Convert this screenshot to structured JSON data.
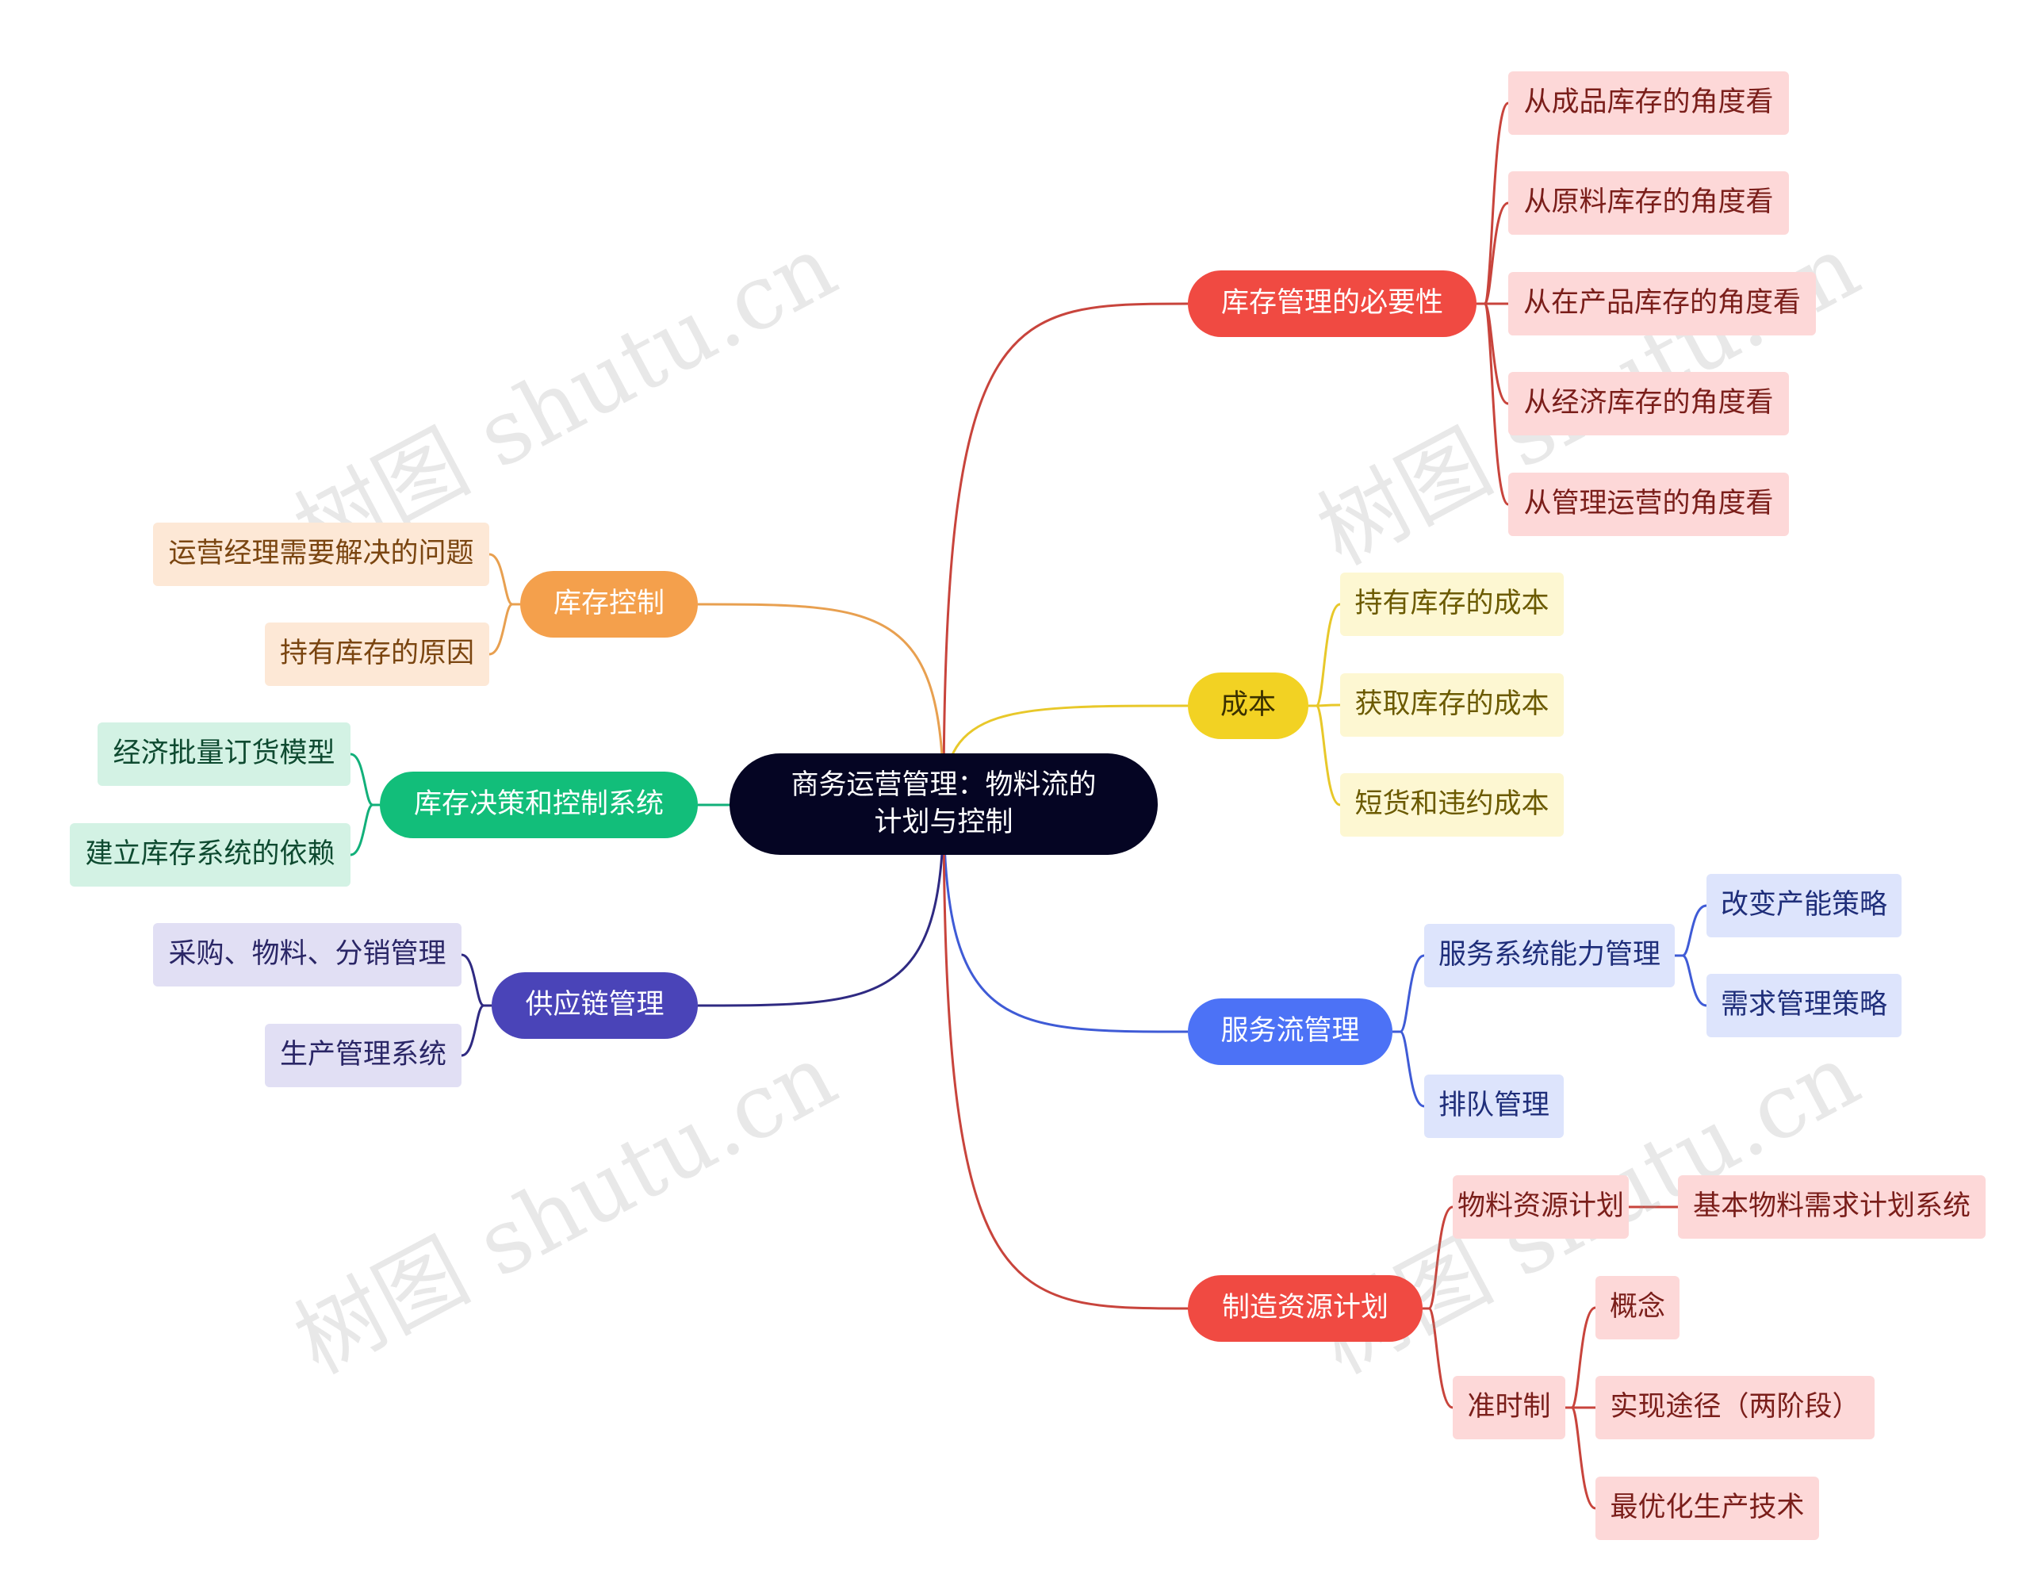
{
  "watermark": "树图 shutu.cn",
  "root": {
    "line1": "商务运营管理：物料流的",
    "line2": "计划与控制"
  },
  "colors": {
    "red": "#f04a42",
    "red_leaf": "#fdd8d8",
    "red_line": "#c8443c",
    "red_text": "#7a1e1a",
    "yellow": "#f2d223",
    "yellow_leaf": "#fdf7d2",
    "yellow_line": "#e8c82a",
    "yellow_text": "#6b5a00",
    "blue": "#4c72f6",
    "blue_leaf": "#dde4fc",
    "blue_line": "#3f5bd6",
    "blue_text": "#1f2e7a",
    "orange": "#f4a04c",
    "orange_leaf": "#fde8d6",
    "orange_line": "#e8a050",
    "orange_text": "#7a4510",
    "green": "#12be7a",
    "green_leaf": "#d3f2e4",
    "green_line": "#12b07a",
    "green_text": "#0e4a30",
    "purple": "#4a44b8",
    "purple_leaf": "#e1dff4",
    "purple_line": "#2f2a82",
    "purple_text": "#2a2666"
  },
  "right": [
    {
      "label": "库存管理的必要性",
      "theme": "red",
      "children": [
        {
          "label": "从成品库存的角度看"
        },
        {
          "label": "从原料库存的角度看"
        },
        {
          "label": "从在产品库存的角度看"
        },
        {
          "label": "从经济库存的角度看"
        },
        {
          "label": "从管理运营的角度看"
        }
      ]
    },
    {
      "label": "成本",
      "theme": "yellow",
      "children": [
        {
          "label": "持有库存的成本"
        },
        {
          "label": "获取库存的成本"
        },
        {
          "label": "短货和违约成本"
        }
      ]
    },
    {
      "label": "服务流管理",
      "theme": "blue",
      "children": [
        {
          "label": "服务系统能力管理",
          "children": [
            {
              "label": "改变产能策略"
            },
            {
              "label": "需求管理策略"
            }
          ]
        },
        {
          "label": "排队管理"
        }
      ]
    },
    {
      "label": "制造资源计划",
      "theme": "red",
      "children": [
        {
          "label": "物料资源计划",
          "children": [
            {
              "label": "基本物料需求计划系统"
            }
          ]
        },
        {
          "label": "准时制",
          "children": [
            {
              "label": "概念"
            },
            {
              "label": "实现途径（两阶段）"
            },
            {
              "label": "最优化生产技术"
            }
          ]
        }
      ]
    }
  ],
  "left": [
    {
      "label": "库存控制",
      "theme": "orange",
      "children": [
        {
          "label": "运营经理需要解决的问题"
        },
        {
          "label": "持有库存的原因"
        }
      ]
    },
    {
      "label": "库存决策和控制系统",
      "theme": "green",
      "children": [
        {
          "label": "经济批量订货模型"
        },
        {
          "label": "建立库存系统的依赖"
        }
      ]
    },
    {
      "label": "供应链管理",
      "theme": "purple",
      "children": [
        {
          "label": "采购、物料、分销管理"
        },
        {
          "label": "生产管理系统"
        }
      ]
    }
  ]
}
